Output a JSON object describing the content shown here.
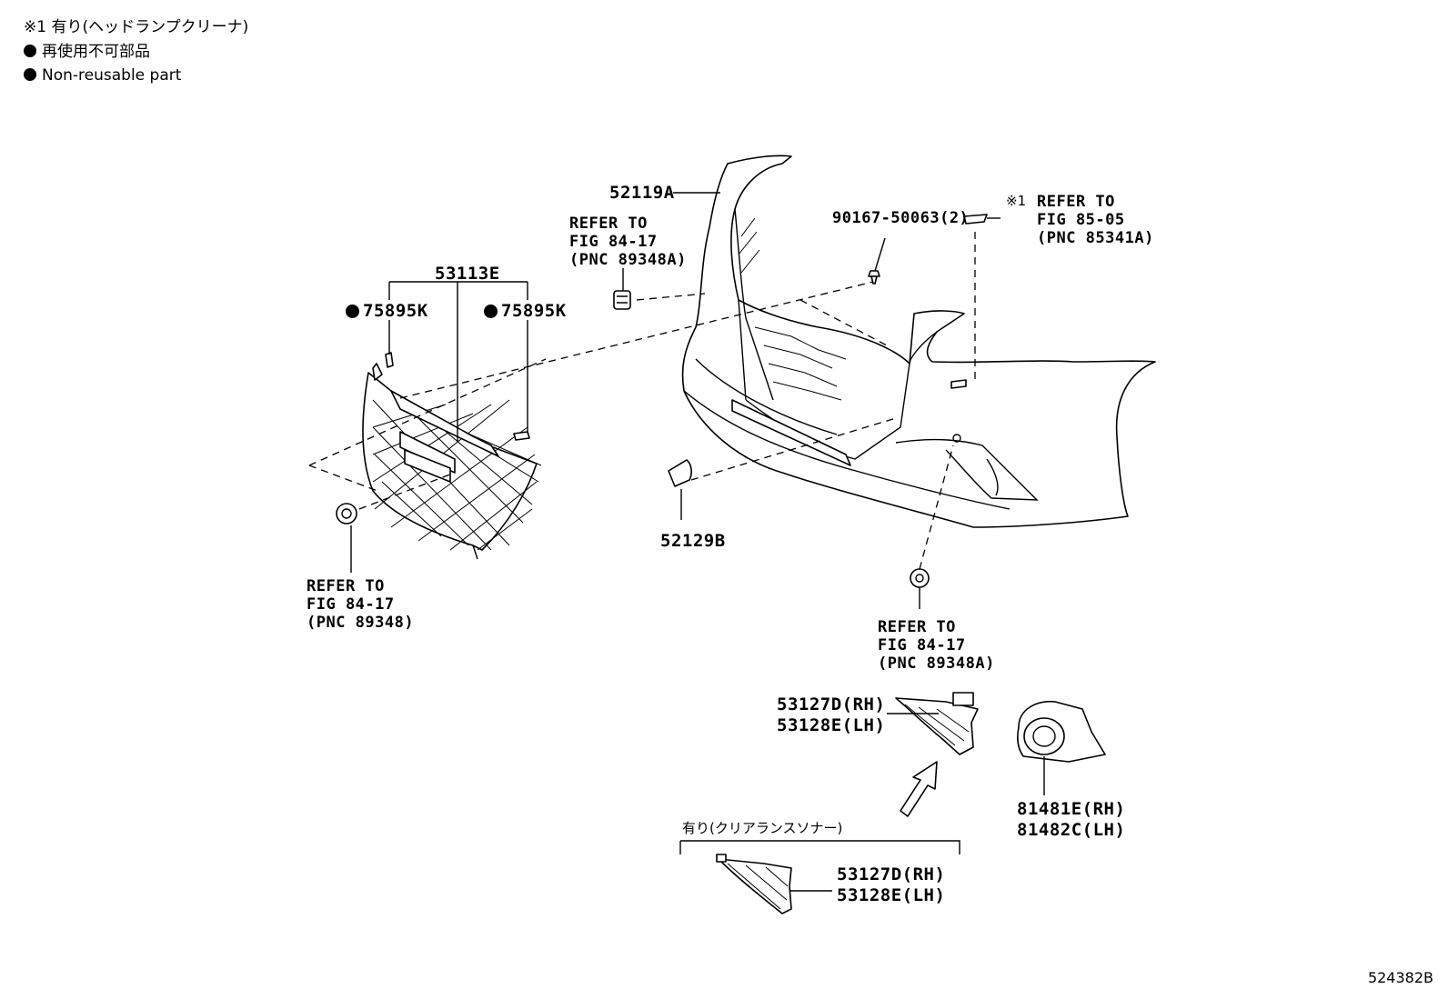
{
  "legend": {
    "note1": "※1 有り(ヘッドランプクリーナ)",
    "non_reusable_jp": "再使用不可部品",
    "non_reusable_en": "Non-reusable part"
  },
  "labels": {
    "p52119A": "52119A",
    "ref_top_mid_1": "REFER TO",
    "ref_top_mid_2": "FIG 84-17",
    "ref_top_mid_3": "(PNC 89348A)",
    "p90167": "90167-50063(2)",
    "ref_top_right_mark": "※1",
    "ref_top_right_1": "REFER TO",
    "ref_top_right_2": "FIG 85-05",
    "ref_top_right_3": "(PNC 85341A)",
    "p53113E": "53113E",
    "p75895K_left": "75895K",
    "p75895K_right": "75895K",
    "p52129B": "52129B",
    "ref_left_1": "REFER TO",
    "ref_left_2": "FIG 84-17",
    "ref_left_3": "(PNC 89348)",
    "ref_bottom_1": "REFER TO",
    "ref_bottom_2": "FIG 84-17",
    "ref_bottom_3": "(PNC 89348A)",
    "p53127D_a": "53127D(RH)",
    "p53128E_a": "53128E(LH)",
    "p81481E": "81481E(RH)",
    "p81482C": "81482C(LH)",
    "sonar_jp": "有り(クリアランスソナー)",
    "p53127D_b": "53127D(RH)",
    "p53128E_b": "53128E(LH)"
  },
  "figure_code": "524382B"
}
